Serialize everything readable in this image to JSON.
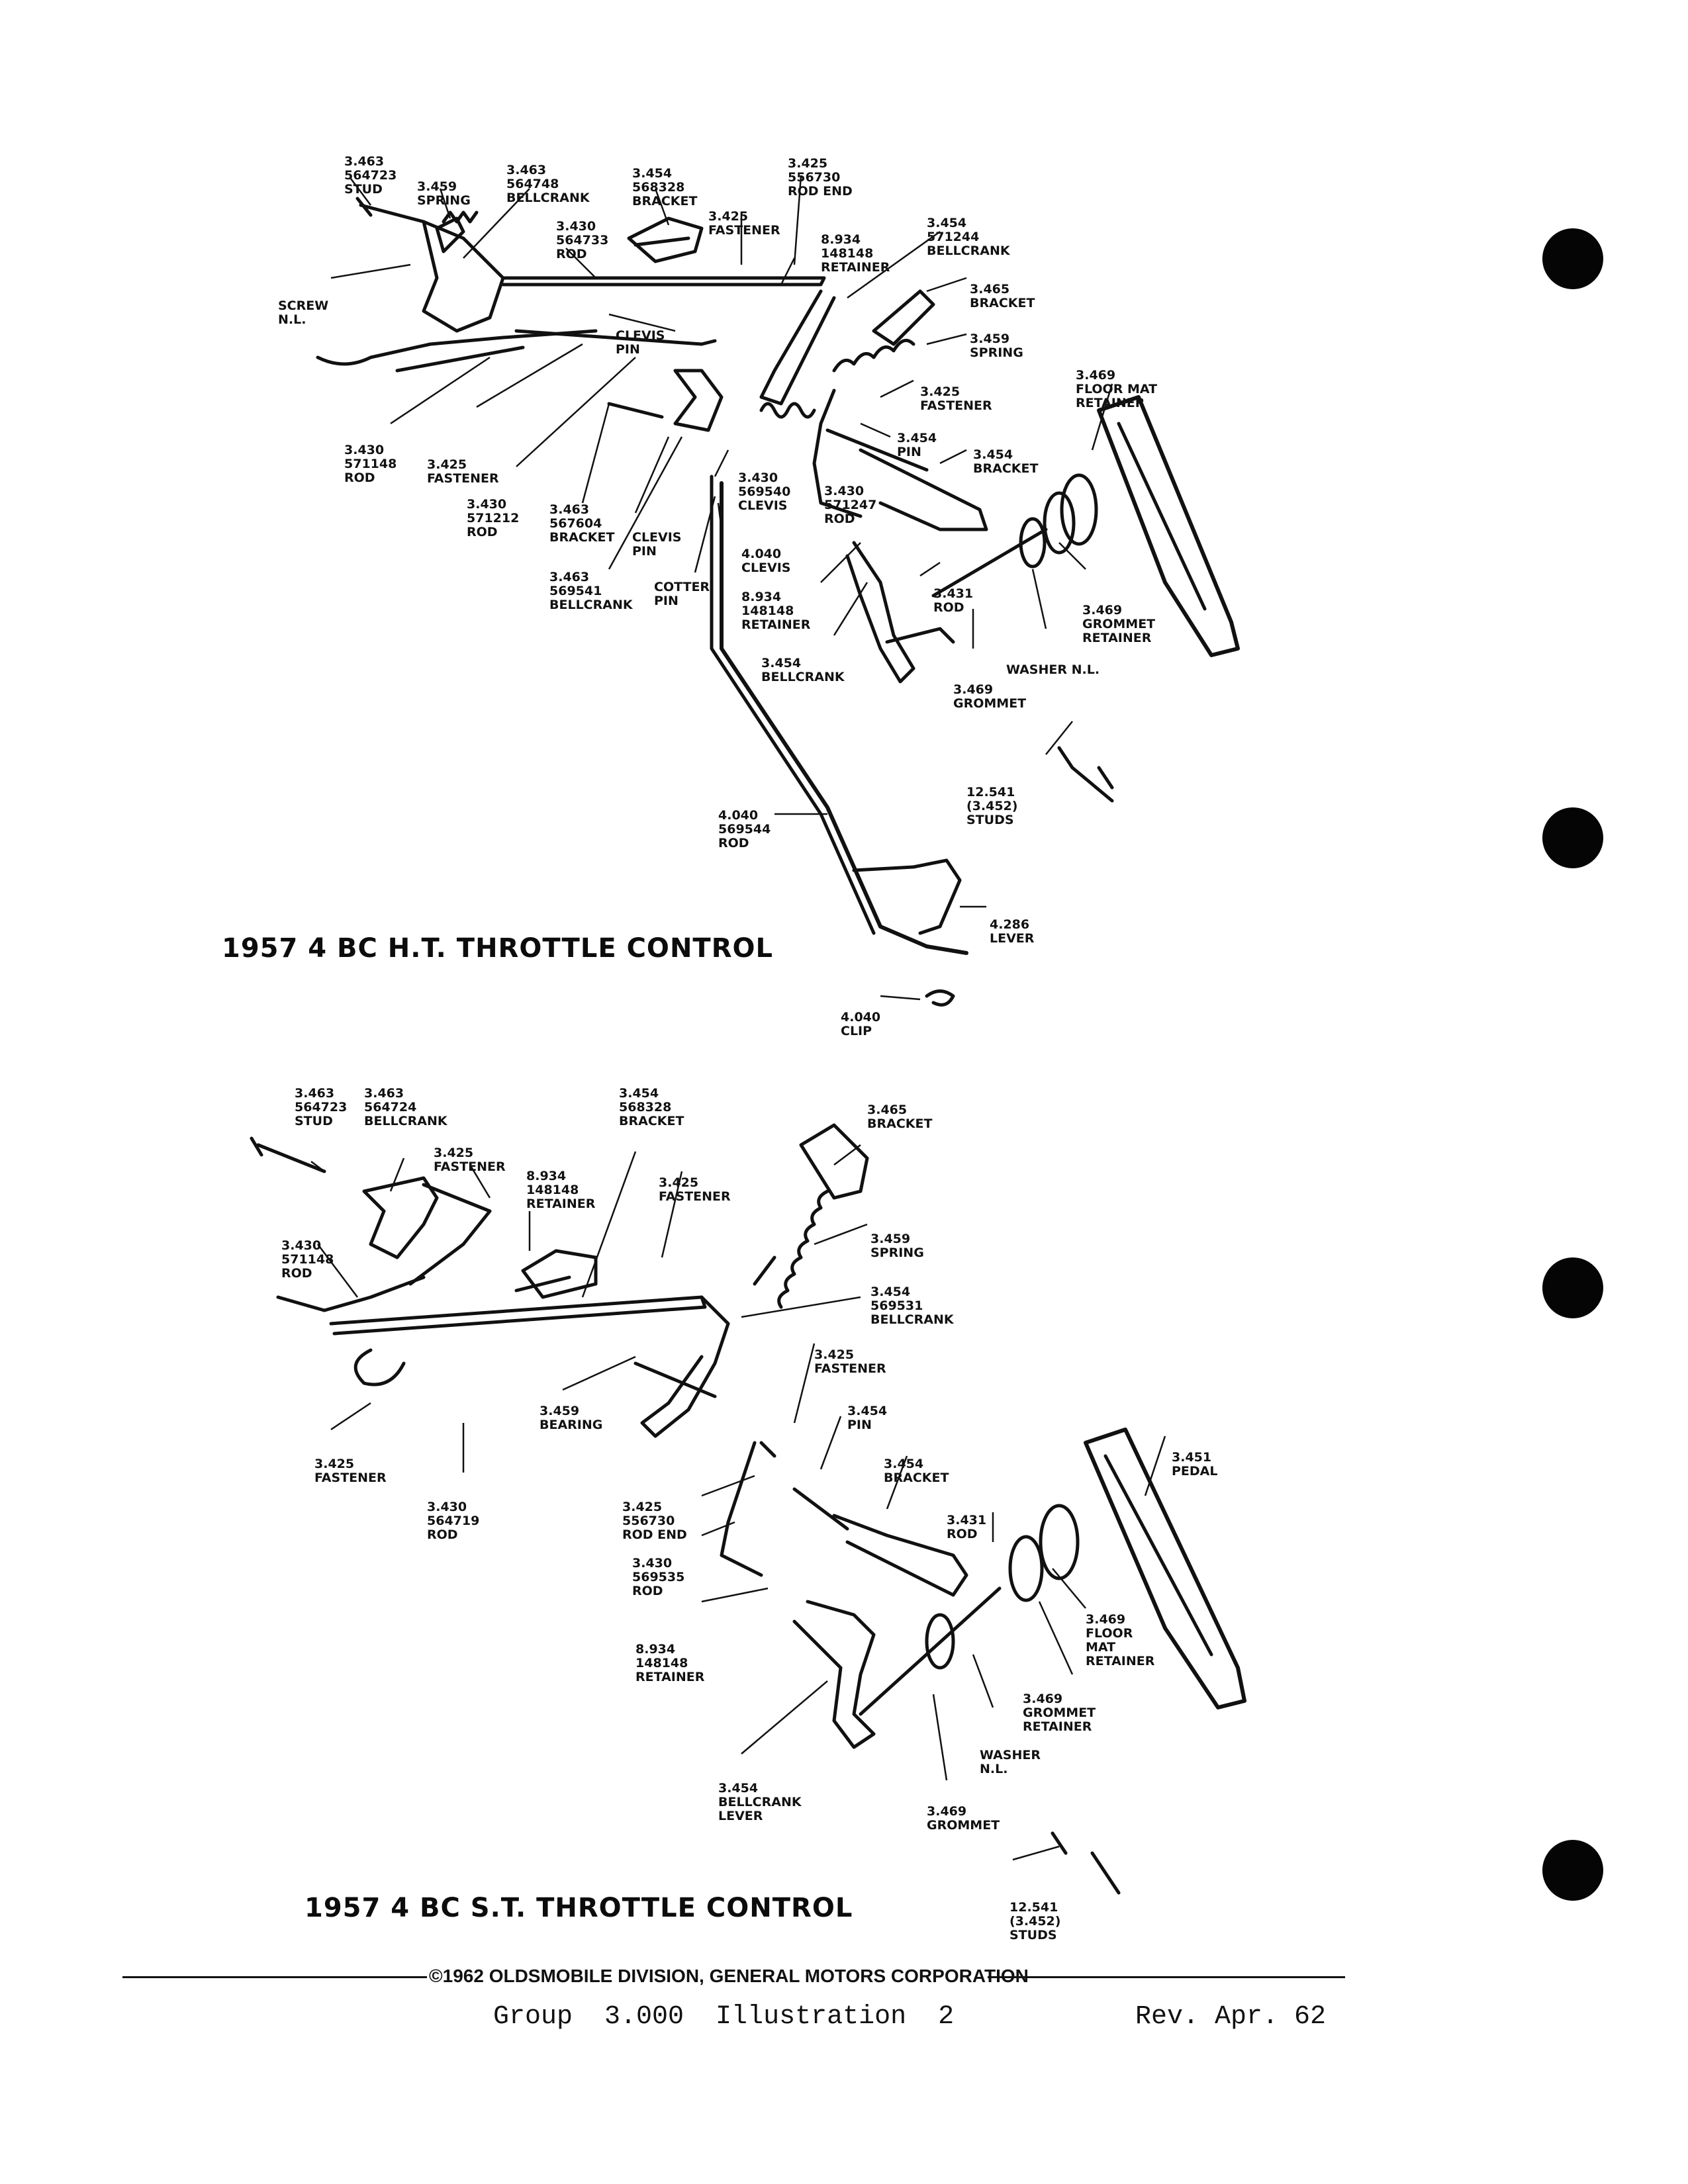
{
  "diagrams": [
    {
      "title": "1957 4 BC H.T. THROTTLE CONTROL",
      "callouts": [
        {
          "lines": [
            "3.463",
            "564723",
            "STUD"
          ]
        },
        {
          "lines": [
            "3.459",
            "SPRING"
          ]
        },
        {
          "lines": [
            "3.463",
            "564748",
            "BELLCRANK"
          ]
        },
        {
          "lines": [
            "3.454",
            "568328",
            "BRACKET"
          ]
        },
        {
          "lines": [
            "3.425",
            "556730",
            "ROD END"
          ]
        },
        {
          "lines": [
            "3.425",
            "FASTENER"
          ]
        },
        {
          "lines": [
            "3.430",
            "564733",
            "ROD"
          ]
        },
        {
          "lines": [
            "8.934",
            "148148",
            "RETAINER"
          ]
        },
        {
          "lines": [
            "3.454",
            "571244",
            "BELLCRANK"
          ]
        },
        {
          "lines": [
            "SCREW",
            "N.L."
          ]
        },
        {
          "lines": [
            "CLEVIS",
            "PIN"
          ]
        },
        {
          "lines": [
            "3.465",
            "BRACKET"
          ]
        },
        {
          "lines": [
            "3.459",
            "SPRING"
          ]
        },
        {
          "lines": [
            "3.469",
            "FLOOR MAT",
            "RETAINER"
          ]
        },
        {
          "lines": [
            "3.425",
            "FASTENER"
          ]
        },
        {
          "lines": [
            "3.454",
            "PIN"
          ]
        },
        {
          "lines": [
            "3.430",
            "571148",
            "ROD"
          ]
        },
        {
          "lines": [
            "3.425",
            "FASTENER"
          ]
        },
        {
          "lines": [
            "3.430",
            "571212",
            "ROD"
          ]
        },
        {
          "lines": [
            "3.454",
            "BRACKET"
          ]
        },
        {
          "lines": [
            "3.430",
            "569540",
            "CLEVIS"
          ]
        },
        {
          "lines": [
            "3.430",
            "571247",
            "ROD"
          ]
        },
        {
          "lines": [
            "3.463",
            "567604",
            "BRACKET"
          ]
        },
        {
          "lines": [
            "CLEVIS",
            "PIN"
          ]
        },
        {
          "lines": [
            "4.040",
            "CLEVIS"
          ]
        },
        {
          "lines": [
            "3.463",
            "569541",
            "BELLCRANK"
          ]
        },
        {
          "lines": [
            "COTTER",
            "PIN"
          ]
        },
        {
          "lines": [
            "8.934",
            "148148",
            "RETAINER"
          ]
        },
        {
          "lines": [
            "3.431",
            "ROD"
          ]
        },
        {
          "lines": [
            "3.469",
            "GROMMET",
            "RETAINER"
          ]
        },
        {
          "lines": [
            "3.454",
            "BELLCRANK"
          ]
        },
        {
          "lines": [
            "WASHER N.L."
          ]
        },
        {
          "lines": [
            "3.469",
            "GROMMET"
          ]
        },
        {
          "lines": [
            "12.541",
            "(3.452)",
            "STUDS"
          ]
        },
        {
          "lines": [
            "4.040",
            "569544",
            "ROD"
          ]
        },
        {
          "lines": [
            "4.286",
            "LEVER"
          ]
        },
        {
          "lines": [
            "4.040",
            "CLIP"
          ]
        }
      ]
    },
    {
      "title": "1957 4 BC S.T. THROTTLE CONTROL",
      "callouts": [
        {
          "lines": [
            "3.463",
            "564723",
            "STUD"
          ]
        },
        {
          "lines": [
            "3.463",
            "564724",
            "BELLCRANK"
          ]
        },
        {
          "lines": [
            "3.454",
            "568328",
            "BRACKET"
          ]
        },
        {
          "lines": [
            "3.465",
            "BRACKET"
          ]
        },
        {
          "lines": [
            "3.425",
            "FASTENER"
          ]
        },
        {
          "lines": [
            "8.934",
            "148148",
            "RETAINER"
          ]
        },
        {
          "lines": [
            "3.425",
            "FASTENER"
          ]
        },
        {
          "lines": [
            "3.430",
            "571148",
            "ROD"
          ]
        },
        {
          "lines": [
            "3.459",
            "SPRING"
          ]
        },
        {
          "lines": [
            "3.454",
            "569531",
            "BELLCRANK"
          ]
        },
        {
          "lines": [
            "3.425",
            "FASTENER"
          ]
        },
        {
          "lines": [
            "3.459",
            "BEARING"
          ]
        },
        {
          "lines": [
            "3.454",
            "PIN"
          ]
        },
        {
          "lines": [
            "3.425",
            "FASTENER"
          ]
        },
        {
          "lines": [
            "3.451",
            "PEDAL"
          ]
        },
        {
          "lines": [
            "3.454",
            "BRACKET"
          ]
        },
        {
          "lines": [
            "3.430",
            "564719",
            "ROD"
          ]
        },
        {
          "lines": [
            "3.425",
            "556730",
            "ROD END"
          ]
        },
        {
          "lines": [
            "3.431",
            "ROD"
          ]
        },
        {
          "lines": [
            "3.430",
            "569535",
            "ROD"
          ]
        },
        {
          "lines": [
            "3.469",
            "FLOOR",
            "MAT",
            "RETAINER"
          ]
        },
        {
          "lines": [
            "8.934",
            "148148",
            "RETAINER"
          ]
        },
        {
          "lines": [
            "3.469",
            "GROMMET",
            "RETAINER"
          ]
        },
        {
          "lines": [
            "WASHER",
            "N.L."
          ]
        },
        {
          "lines": [
            "3.454",
            "BELLCRANK",
            "LEVER"
          ]
        },
        {
          "lines": [
            "3.469",
            "GROMMET"
          ]
        },
        {
          "lines": [
            "12.541",
            "(3.452)",
            "STUDS"
          ]
        }
      ]
    }
  ],
  "footer": {
    "copyright": "©1962 OLDSMOBILE DIVISION, GENERAL MOTORS CORPORATION",
    "group": "Group  3.000  Illustration  2",
    "revision": "Rev. Apr. 62"
  }
}
